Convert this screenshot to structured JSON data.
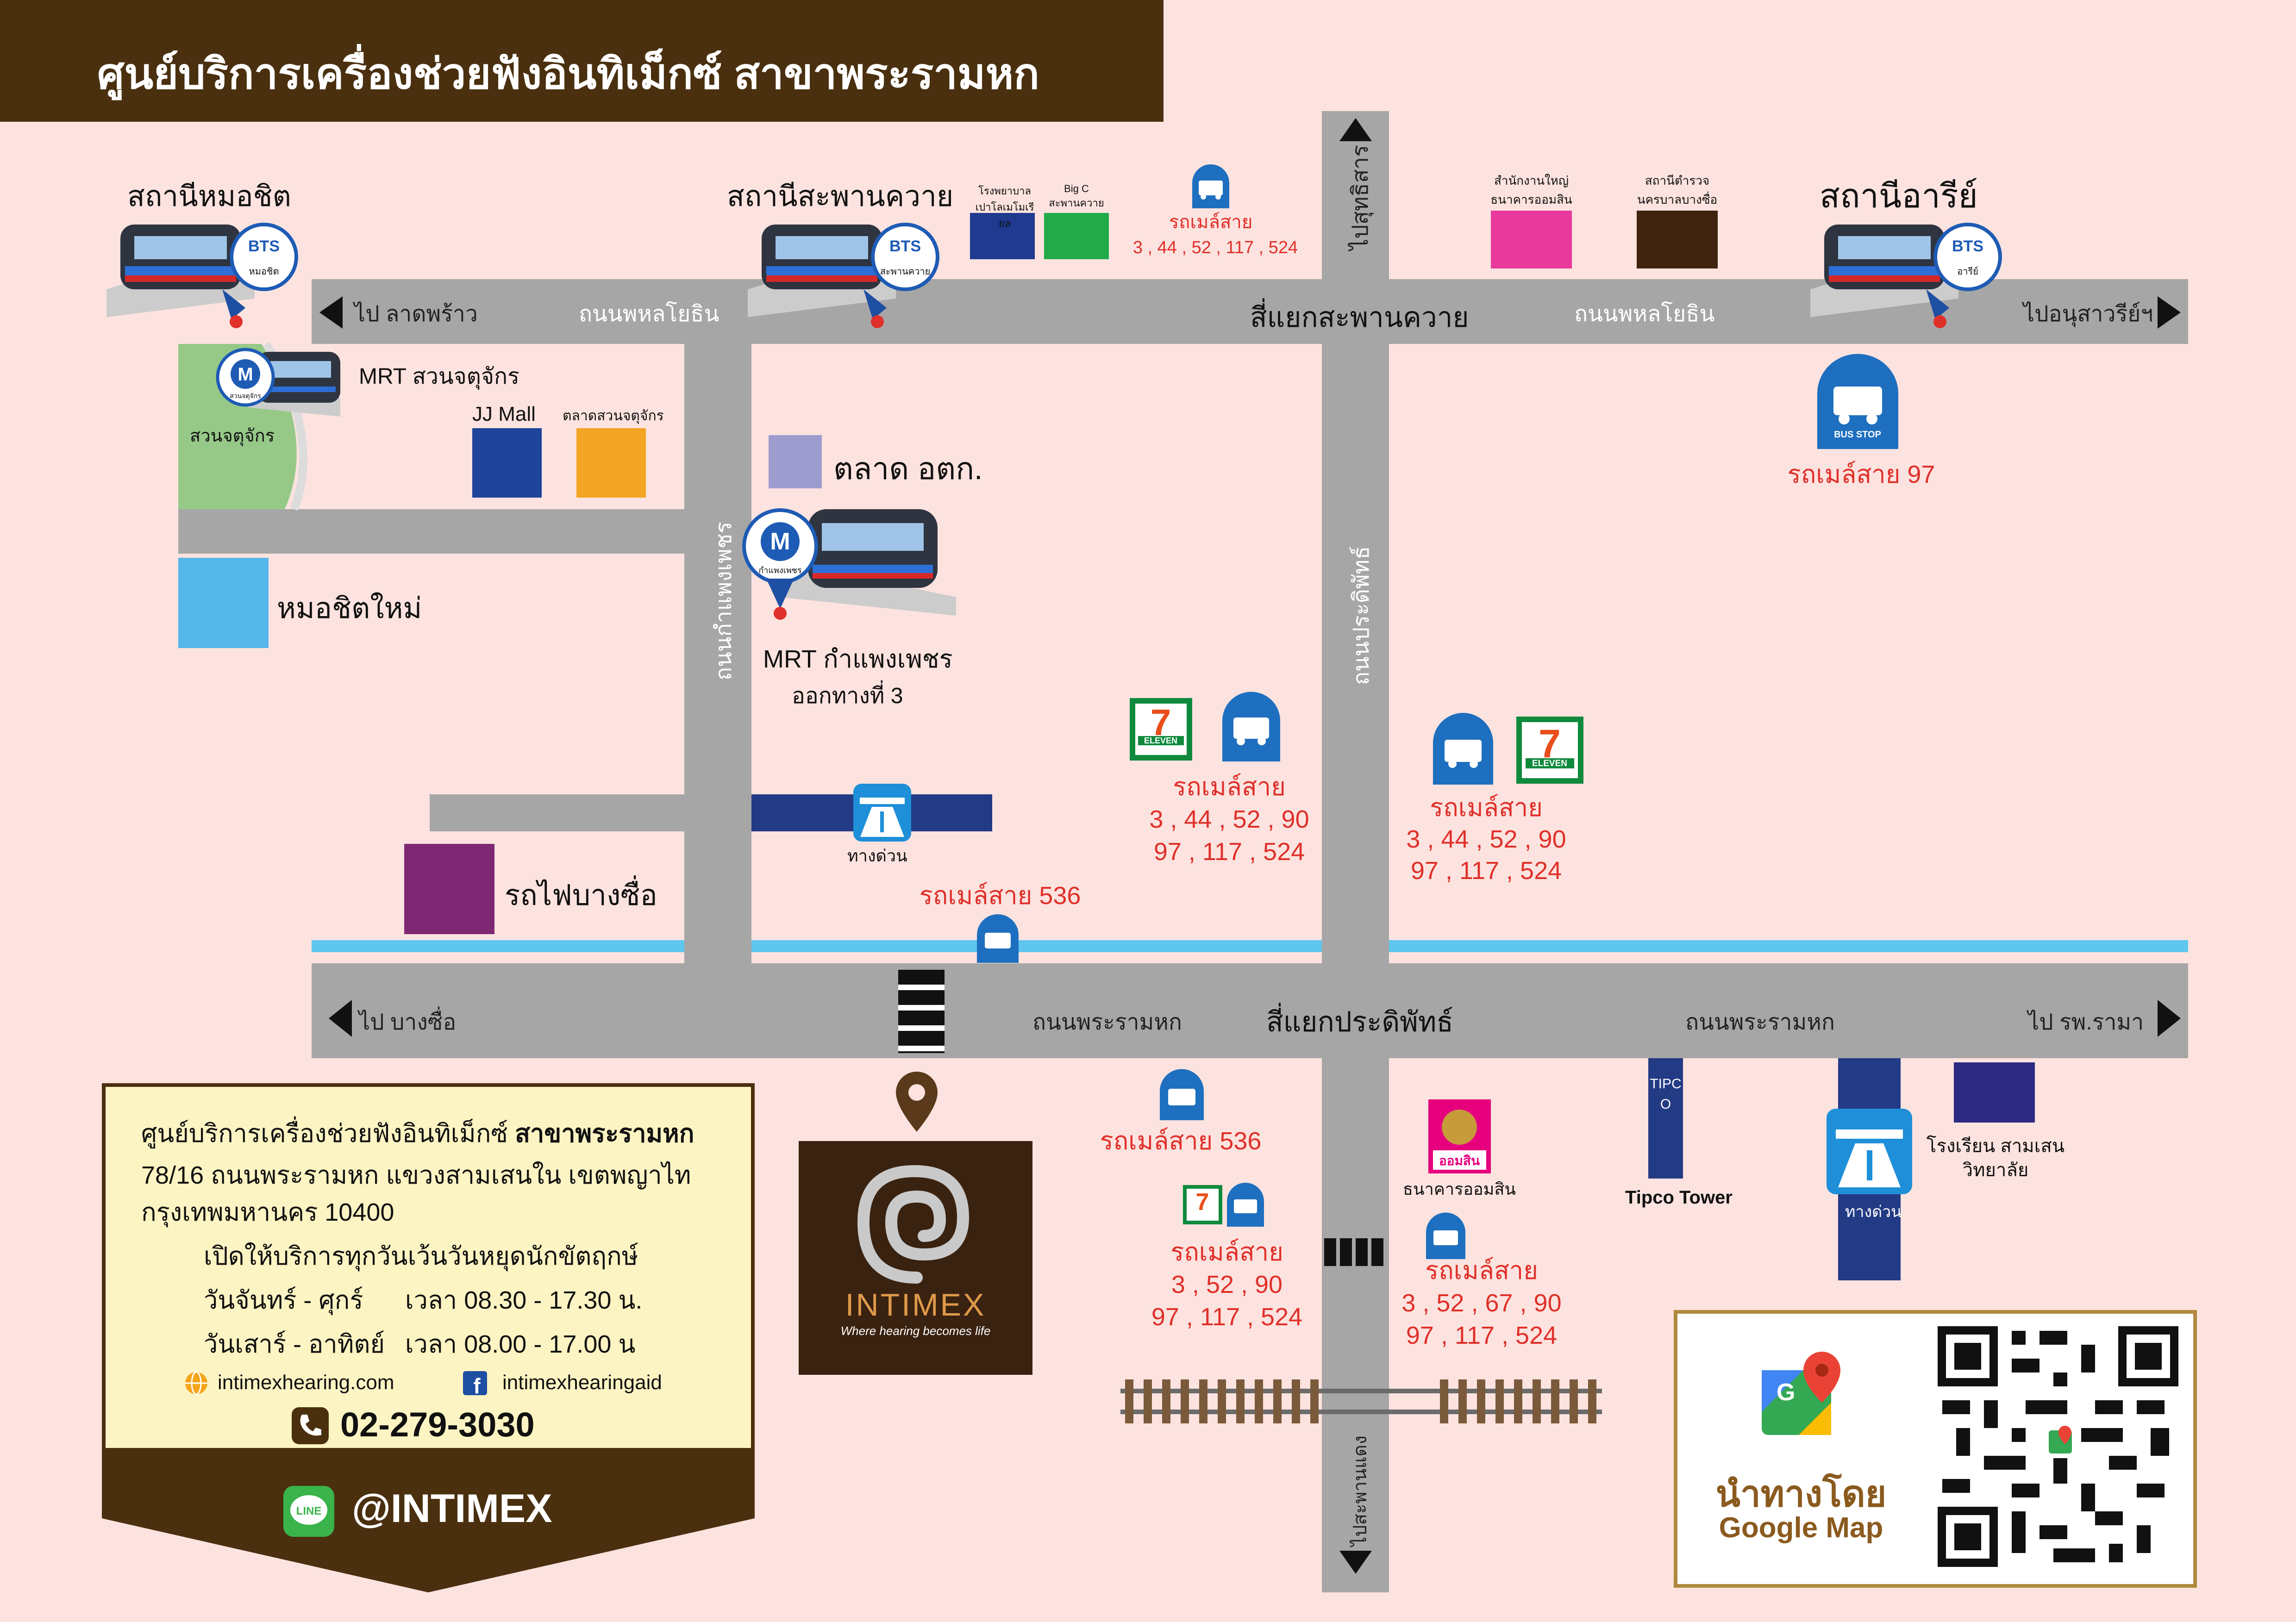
{
  "title": "ศูนย์บริการเครื่องช่วยฟังอินทิเม็กซ์ สาขาพระรามหก",
  "colors": {
    "background": "#fde3df",
    "road": "#a6a6a6",
    "header": "#4a300f",
    "accent_red": "#e0302a",
    "canal": "#5fc6ef"
  },
  "stations": {
    "mo_chit": "สถานีหมอชิต",
    "saphan_khwai": "สถานีสะพานควาย",
    "ari": "สถานีอารีย์",
    "mrt_chatuchak": "MRT สวนจตุจักร",
    "mrt_kamphaeng_phet": "MRT กำแพงเพชร",
    "mrt_exit": "ออกทางที่ 3",
    "bts_badge": "BTS",
    "mo_chit_tag": "หมอชิต",
    "saphan_khwai_tag": "สะพานควาย",
    "ari_tag": "อารีย์",
    "mrt_badge": "M",
    "mrt_chatuchak_tag": "สวนจตุจักร",
    "mrt_kp_tag": "กำแพงเพชร"
  },
  "roads": {
    "phahon_1": "ถนนพหลโยธิน",
    "phahon_2": "ถนนพหลโยธิน",
    "to_lat_phrao": "ไป ลาดพร้าว",
    "to_victory": "ไปอนุสาวรีย์ฯ",
    "saphan_khwai_junction": "สี่แยกสะพานควาย",
    "to_sutthisan": "ไปสุทธิสาร",
    "kamphaeng_phet": "ถนนกำแพงเพชร",
    "pradiphat": "ถนนประดิพัทธ์",
    "rama6_1": "ถนนพระรามหก",
    "rama6_2": "ถนนพระรามหก",
    "pradiphat_junction": "สี่แยกประดิพัทธ์",
    "to_bang_sue": "ไป บางซื่อ",
    "to_rama_hospital": "ไป รพ.รามา",
    "to_saphan_daeng": "ไปสะพานแดง"
  },
  "places": {
    "paolo_hospital": "โรงพยาบาล เปาโลเมโมเรียล",
    "big_c": "Big C สะพานควาย",
    "gsb_hq": "สำนักงานใหญ่ ธนาคารออมสิน",
    "police": "สถานีตำรวจ นครบาลบางซื่อ",
    "chatuchak_park": "สวนจตุจักร",
    "jj_mall": "JJ Mall",
    "chatuchak_market": "ตลาดสวนจตุจักร",
    "ortorkor": "ตลาด อตก.",
    "mochit_mai": "หมอชิตใหม่",
    "expressway": "ทางด่วน",
    "bang_sue_train": "รถไฟบางซื่อ",
    "gsb_bank": "ธนาคารออมสิน",
    "gsb_logo": "ออมสิน",
    "tipco": "Tipco Tower",
    "tipco_sign": "TIPCO",
    "school": "โรงเรียน สามเสนวิทยาลัย",
    "seven_eleven": "ELEVEN",
    "bus_stop": "BUS STOP"
  },
  "bus": {
    "route_97": "รถเมล์สาย 97",
    "top": {
      "title": "รถเมล์สาย",
      "routes": "3 , 44 , 52 , 117 , 524"
    },
    "center_left": {
      "title": "รถเมล์สาย",
      "line1": "3 , 44 , 52 , 90",
      "line2": "97 , 117 , 524"
    },
    "center_right": {
      "title": "รถเมล์สาย",
      "line1": "3 , 44 , 52 , 90",
      "line2": "97 , 117 , 524"
    },
    "route_536_top": "รถเมล์สาย 536",
    "route_536_bottom": "รถเมล์สาย 536",
    "bottom_left": {
      "title": "รถเมล์สาย",
      "line1": "3 , 52 , 90",
      "line2": "97 , 117 , 524"
    },
    "bottom_right": {
      "title": "รถเมล์สาย",
      "line1": "3 , 52 , 67 , 90",
      "line2": "97 , 117 , 524"
    }
  },
  "info": {
    "name": "ศูนย์บริการเครื่องช่วยฟังอินทิเม็กซ์",
    "branch": "สาขาพระรามหก",
    "address_1": "78/16 ถนนพระรามหก แขวงสามเสนใน เขตพญาไท",
    "address_2": "กรุงเทพมหานคร 10400",
    "open": "เปิดให้บริการทุกวันเว้นวันหยุดนักขัตฤกษ์",
    "weekday_days": "วันจันทร์ - ศุกร์",
    "weekday_time": "เวลา 08.30 - 17.30 น.",
    "weekend_days": "วันเสาร์ - อาทิตย์",
    "weekend_time": "เวลา 08.00 - 17.00 น",
    "website": "intimexhearing.com",
    "facebook": "intimexhearingaid",
    "phone": "02-279-3030",
    "line": "@INTIMEX",
    "line_badge": "LINE"
  },
  "brand": {
    "name": "INTIMEX",
    "tagline": "Where hearing becomes life"
  },
  "navigation": {
    "label": "นำทางโดย",
    "service": "Google Map"
  }
}
